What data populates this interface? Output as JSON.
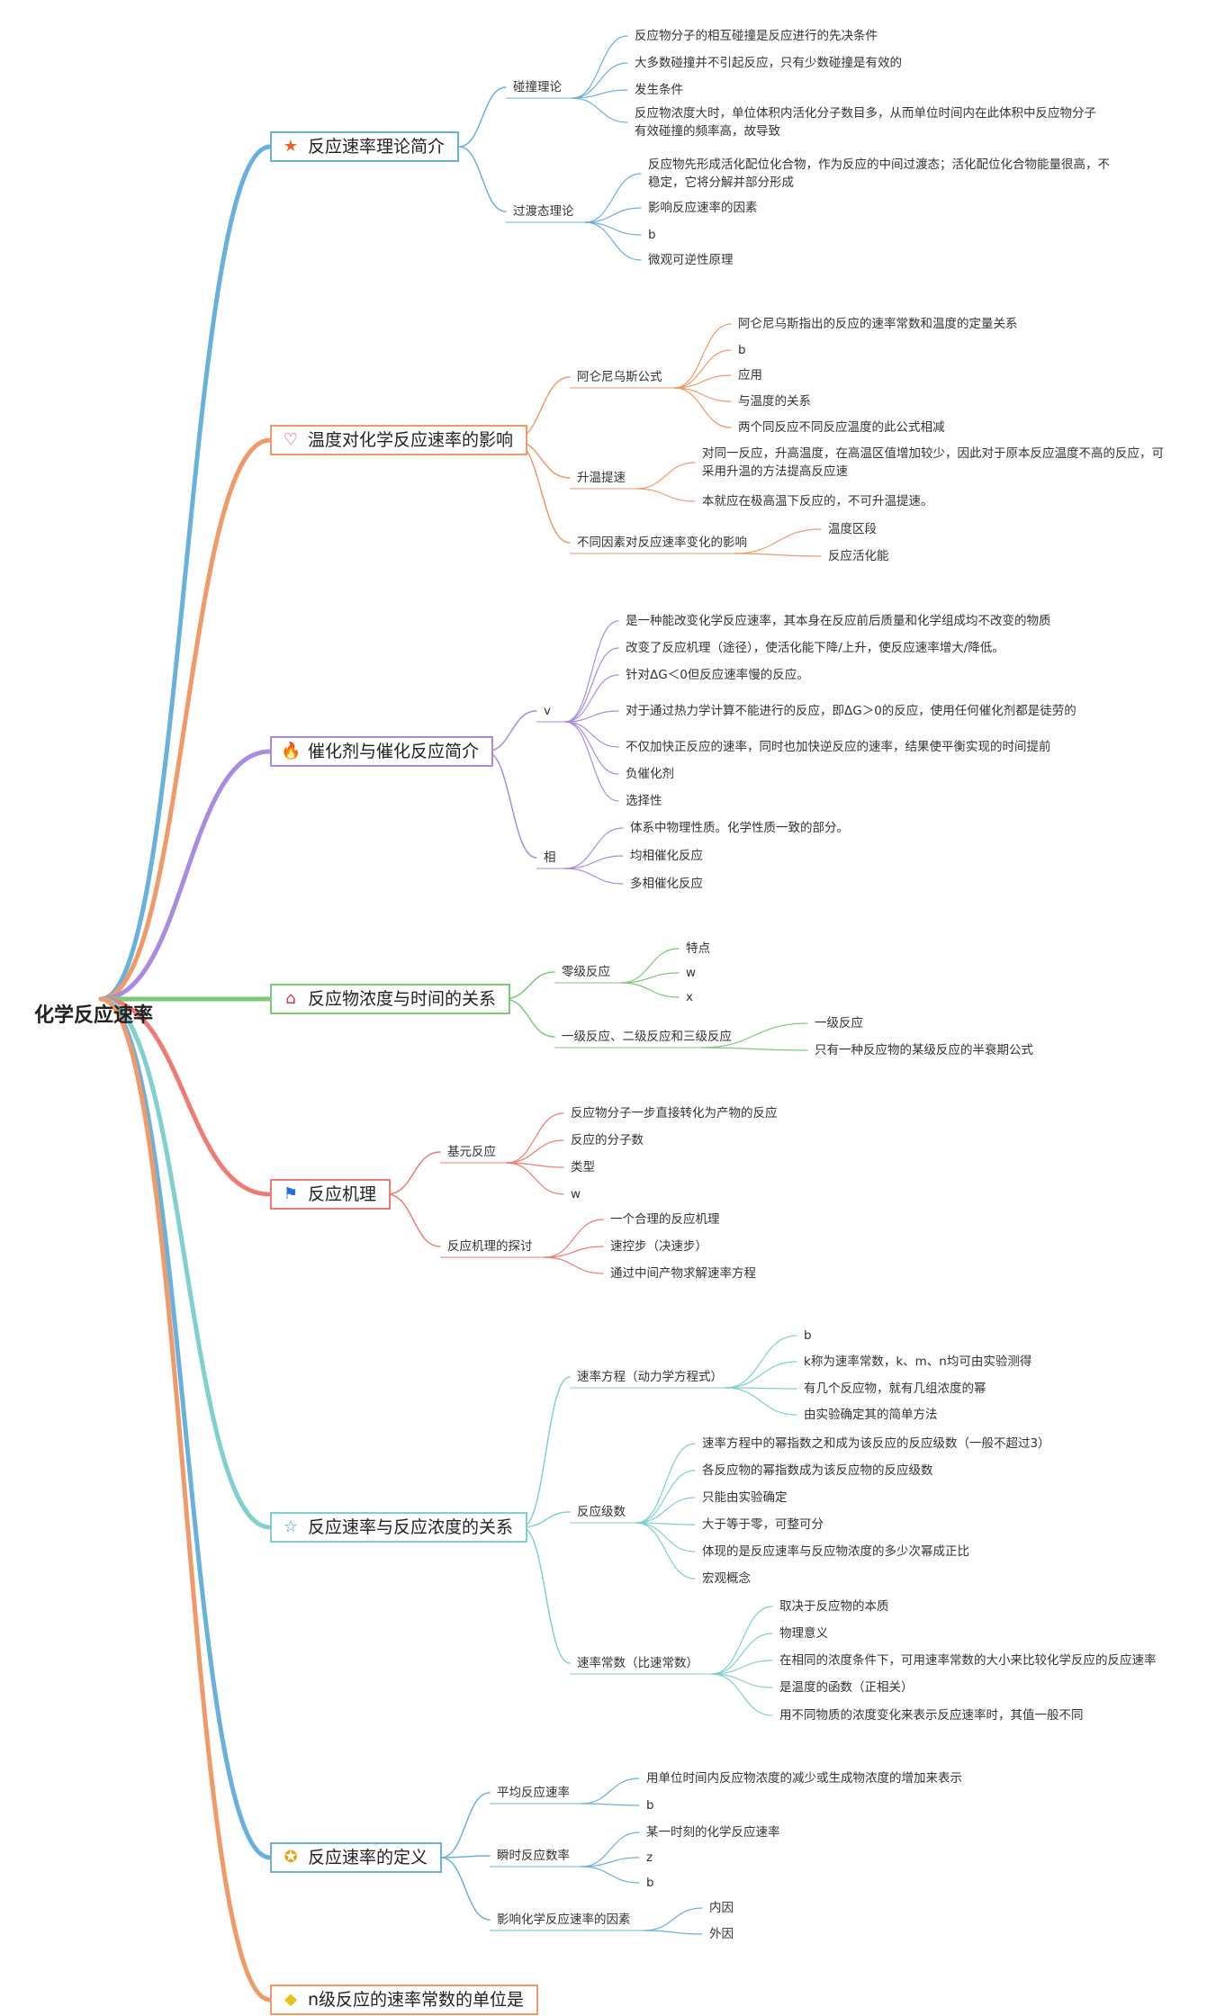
{
  "root": "化学反应速率",
  "branch_colors": [
    "#6ab0de",
    "#f09a6a",
    "#a98be0",
    "#7cc97a",
    "#ee7c74",
    "#7fd0cf",
    "#6ab0de",
    "#f09a6a"
  ],
  "categories": [
    {
      "label": "反应速率理论简介",
      "icon": "star-icon",
      "icon_color": "#e8622c",
      "children": [
        {
          "label": "碰撞理论",
          "children": [
            "反应物分子的相互碰撞是反应进行的先决条件",
            "大多数碰撞并不引起反应，只有少数碰撞是有效的",
            "发生条件",
            "反应物浓度大时，单位体积内活化分子数目多，从而单位时间内在此体积中反应物分子有效碰撞的频率高，故导致"
          ]
        },
        {
          "label": "过渡态理论",
          "children": [
            "反应物先形成活化配位化合物，作为反应的中间过渡态；活化配位化合物能量很高，不稳定，它将分解并部分形成",
            "影响反应速率的因素",
            "b",
            "微观可逆性原理"
          ]
        }
      ]
    },
    {
      "label": "温度对化学反应速率的影响",
      "icon": "heart-icon",
      "icon_color": "#e0334c",
      "children": [
        {
          "label": "阿仑尼乌斯公式",
          "children": [
            "阿仑尼乌斯指出的反应的速率常数和温度的定量关系",
            "b",
            "应用",
            "与温度的关系",
            "两个同反应不同反应温度的此公式相减"
          ]
        },
        {
          "label": "升温提速",
          "children": [
            "对同一反应，升高温度，在高温区值增加较少，因此对于原本反应温度不高的反应，可采用升温的方法提高反应速",
            "本就应在极高温下反应的，不可升温提速。"
          ]
        },
        {
          "label": "不同因素对反应速率变化的影响",
          "children": [
            "温度区段",
            "反应活化能"
          ]
        }
      ]
    },
    {
      "label": "催化剂与催化反应简介",
      "icon": "flame-icon",
      "icon_color": "#2f8fe0",
      "children": [
        {
          "label": "v",
          "children": [
            "是一种能改变化学反应速率，其本身在反应前后质量和化学组成均不改变的物质",
            "改变了反应机理（途径），使活化能下降/上升，使反应速率增大/降低。",
            "针对ΔG＜0但反应速率慢的反应。",
            "对于通过热力学计算不能进行的反应，即ΔG＞0的反应，使用任何催化剂都是徒劳的",
            "不仅加快正反应的速率，同时也加快逆反应的速率，结果使平衡实现的时间提前",
            "负催化剂",
            "选择性"
          ]
        },
        {
          "label": "相",
          "children": [
            "体系中物理性质。化学性质一致的部分。",
            "均相催化反应",
            "多相催化反应"
          ]
        }
      ]
    },
    {
      "label": "反应物浓度与时间的关系",
      "icon": "home-icon",
      "icon_color": "#e0334c",
      "children": [
        {
          "label": "零级反应",
          "children": [
            "特点",
            "w",
            "x"
          ]
        },
        {
          "label": "一级反应、二级反应和三级反应",
          "children": [
            "一级反应",
            "只有一种反应物的某级反应的半衰期公式"
          ]
        }
      ]
    },
    {
      "label": "反应机理",
      "icon": "flag-icon",
      "icon_color": "#1e6fd9",
      "children": [
        {
          "label": "基元反应",
          "children": [
            "反应物分子一步直接转化为产物的反应",
            "反应的分子数",
            "类型",
            "w"
          ]
        },
        {
          "label": "反应机理的探讨",
          "children": [
            "一个合理的反应机理",
            "速控步（决速步）",
            "通过中间产物求解速率方程"
          ]
        }
      ]
    },
    {
      "label": "反应速率与反应浓度的关系",
      "icon": "star-outline-icon",
      "icon_color": "#2aa3c9",
      "children": [
        {
          "label": "速率方程（动力学方程式）",
          "children": [
            "b",
            "k称为速率常数，k、m、n均可由实验测得",
            "有几个反应物，就有几组浓度的幂",
            "由实验确定其的简单方法"
          ]
        },
        {
          "label": "反应级数",
          "children": [
            "速率方程中的幂指数之和成为该反应的反应级数（一般不超过3）",
            "各反应物的幂指数成为该反应物的反应级数",
            "只能由实验确定",
            "大于等于零，可整可分",
            "体现的是反应速率与反应物浓度的多少次幂成正比",
            "宏观概念"
          ]
        },
        {
          "label": "速率常数（比速常数）",
          "children": [
            "取决于反应物的本质",
            "物理意义",
            "在相同的浓度条件下，可用速率常数的大小来比较化学反应的反应速率",
            "是温度的函数（正相关）",
            "用不同物质的浓度变化来表示反应速率时，其值一般不同"
          ]
        }
      ]
    },
    {
      "label": "反应速率的定义",
      "icon": "medal-icon",
      "icon_color": "#e3a21a",
      "children": [
        {
          "label": "平均反应速率",
          "children": [
            "用单位时间内反应物浓度的减少或生成物浓度的增加来表示",
            "b"
          ]
        },
        {
          "label": "瞬时反应数率",
          "children": [
            "某一时刻的化学反应速率",
            "z",
            "b"
          ]
        },
        {
          "label": "影响化学反应速率的因素",
          "children": [
            "内因",
            "外因"
          ]
        }
      ]
    },
    {
      "label": "n级反应的速率常数的单位是",
      "icon": "diamond-icon",
      "icon_color": "#e8c21a",
      "children": []
    }
  ]
}
